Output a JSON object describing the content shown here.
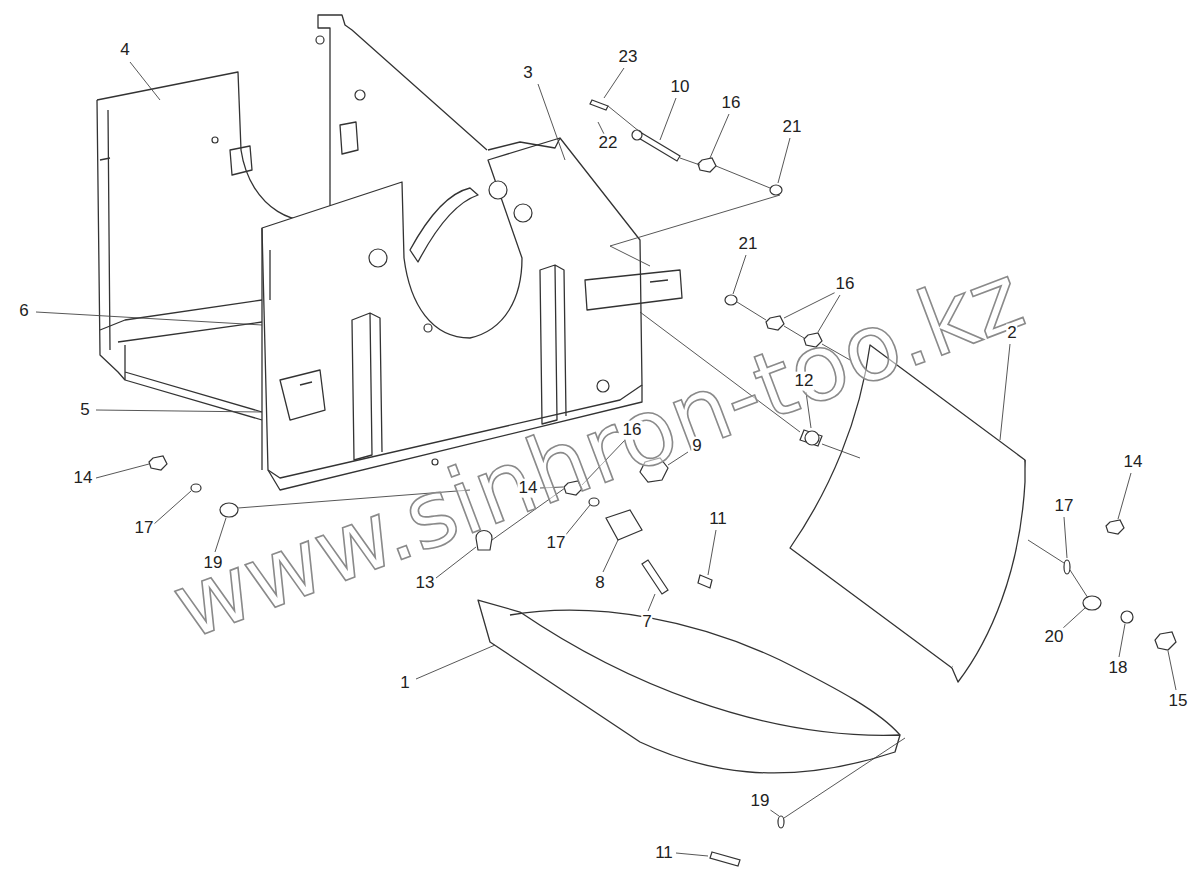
{
  "diagram": {
    "labels": [
      "4",
      "3",
      "23",
      "10",
      "16",
      "21",
      "22",
      "21",
      "16",
      "2",
      "6",
      "12",
      "5",
      "16",
      "9",
      "14",
      "14",
      "14",
      "17",
      "17",
      "17",
      "19",
      "11",
      "13",
      "8",
      "7",
      "20",
      "18",
      "15",
      "1",
      "19",
      "11",
      "www.sinhron-too.kz"
    ]
  }
}
